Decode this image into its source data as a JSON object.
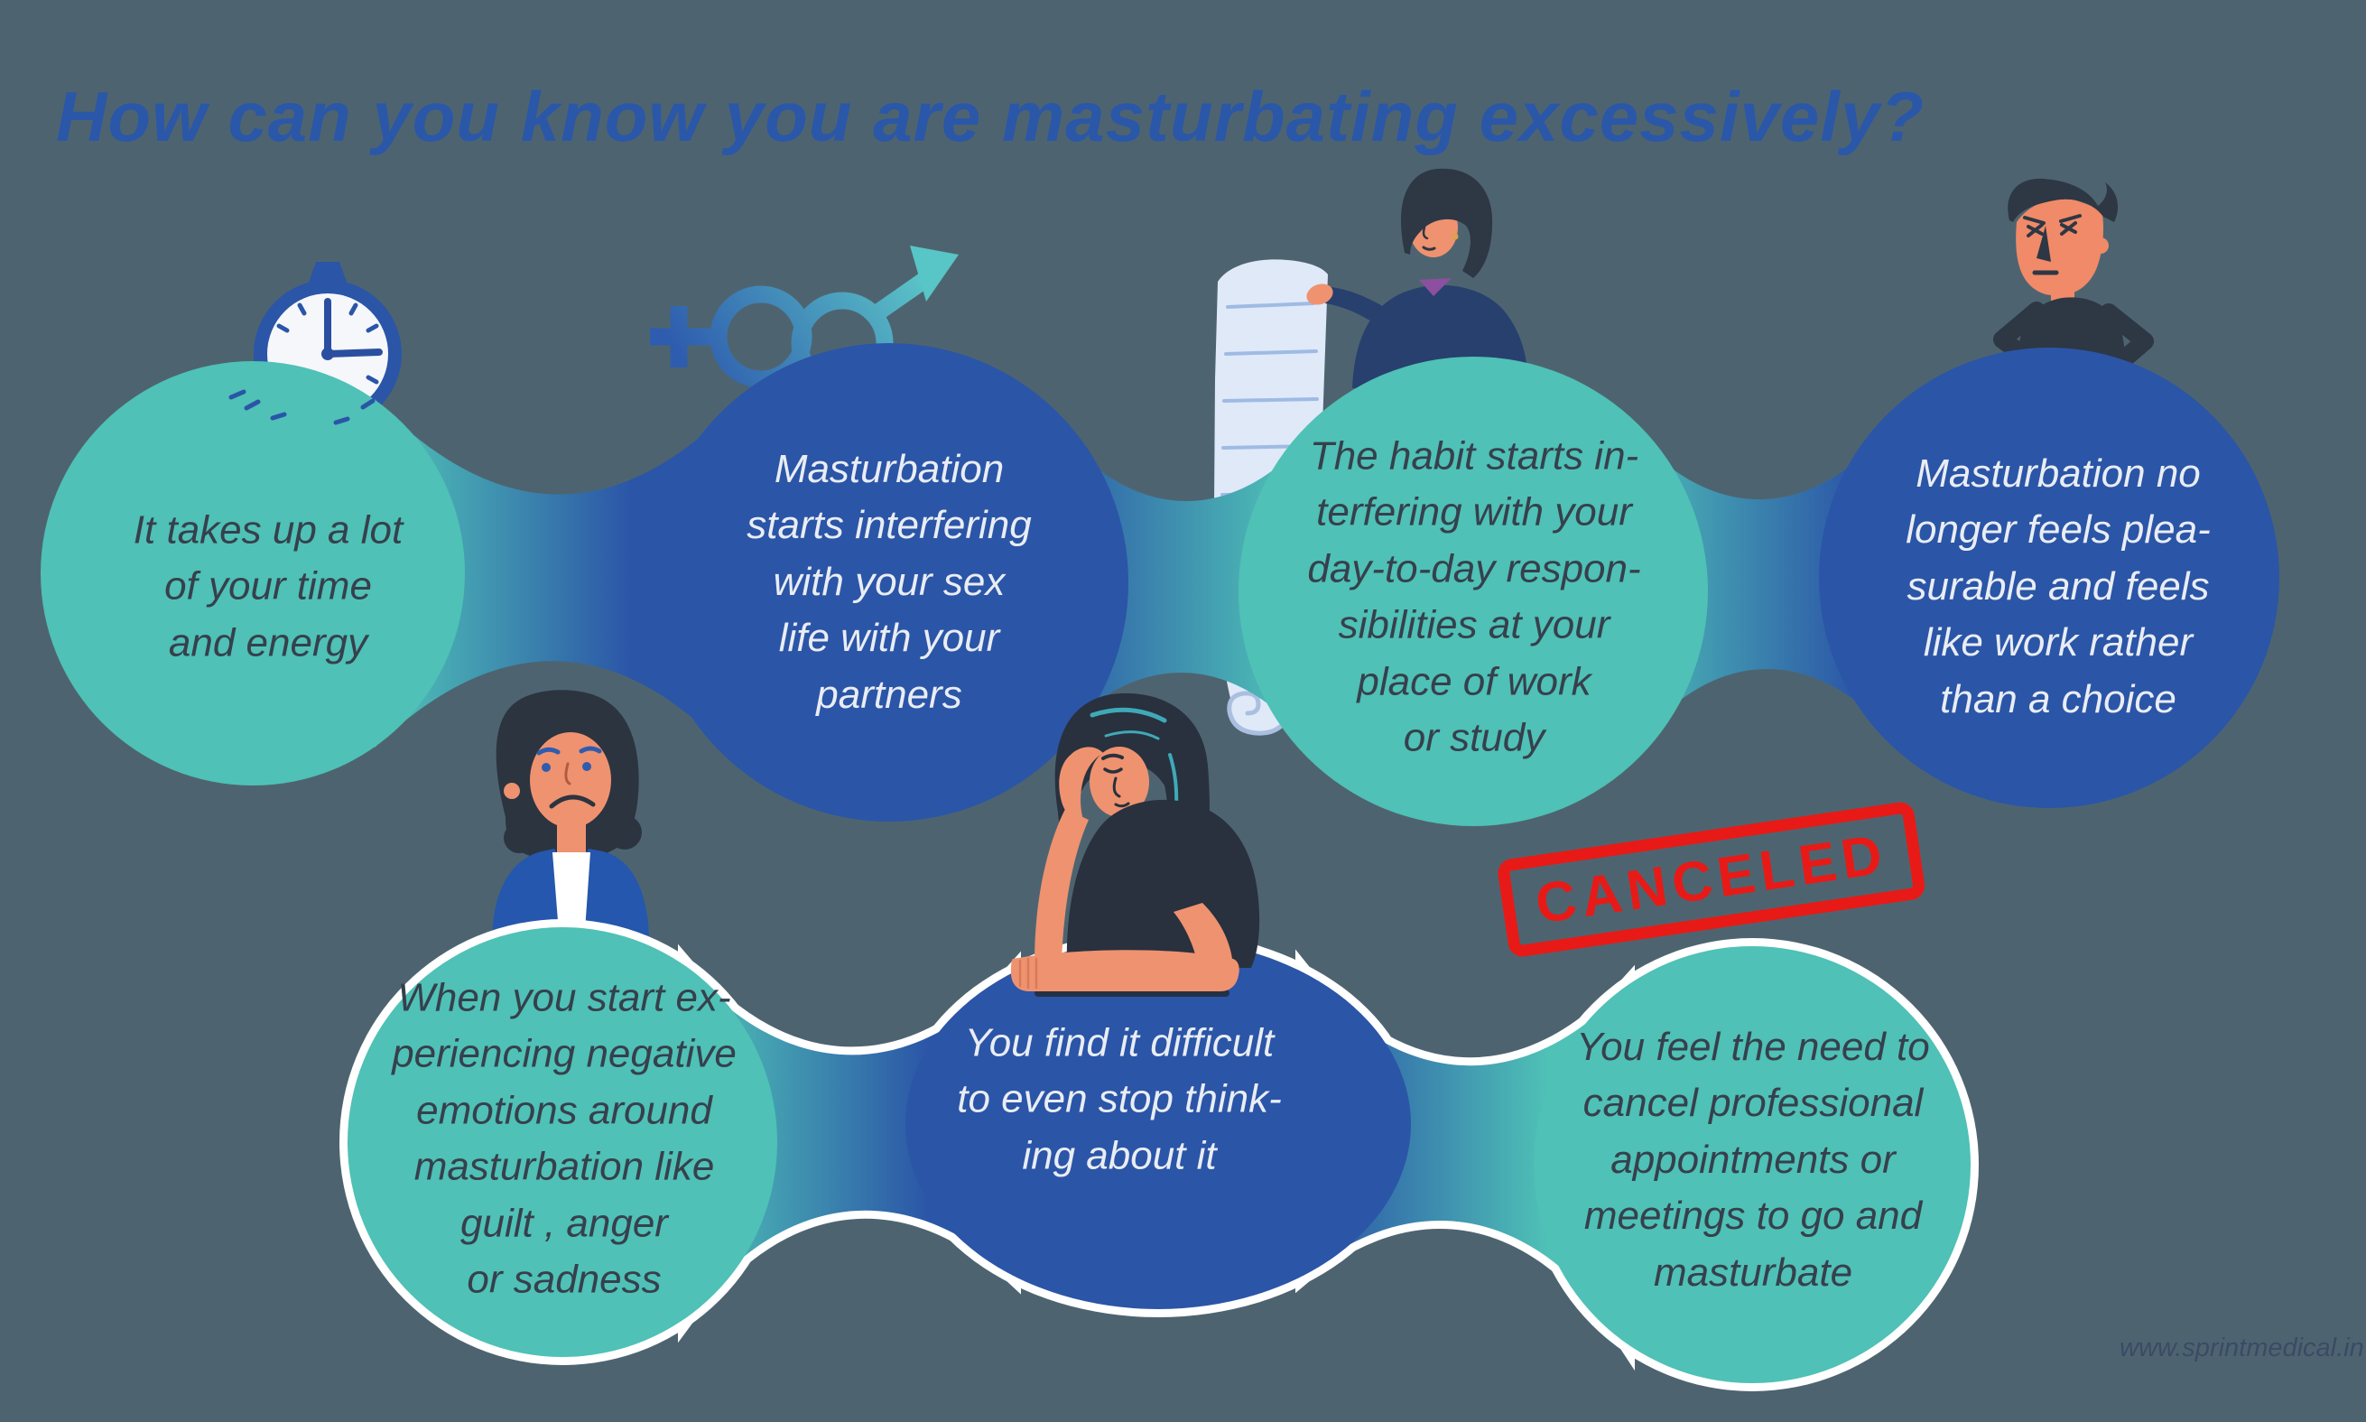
{
  "title": {
    "text": "How can you know you are masturbating excessively?"
  },
  "bubbles": [
    {
      "id": 1,
      "color_name": "teal",
      "illustration": "clock",
      "text": "It takes up a lot\nof your time\nand energy"
    },
    {
      "id": 2,
      "color_name": "blue",
      "illustration": "gender-symbols",
      "text": "Masturbation\nstarts interfering\nwith your sex\nlife with your\npartners"
    },
    {
      "id": 3,
      "color_name": "teal",
      "illustration": "woman-holding-long-list",
      "text": "The habit starts in-\nterfering with your\nday-to-day respon-\nsibilities at your\nplace of work\nor study"
    },
    {
      "id": 4,
      "color_name": "blue",
      "illustration": "angry-man",
      "text": "Masturbation no\nlonger feels plea-\nsurable and feels\nlike work rather\nthan a choice"
    },
    {
      "id": 5,
      "color_name": "teal",
      "illustration": "worried-woman",
      "text": "When you start ex-\nperiencing negative\nemotions around\nmasturbation like\nguilt , anger\nor sadness"
    },
    {
      "id": 6,
      "color_name": "blue",
      "illustration": "stressed-person",
      "text": "You find it difficult\nto even stop think-\ning about it"
    },
    {
      "id": 7,
      "color_name": "teal",
      "illustration": "canceled-stamp",
      "text": "You feel the need to\ncancel professional\nappointments or\nmeetings to go and\nmasturbate"
    }
  ],
  "stamp": {
    "text": "CANCELED",
    "color": "#e81a17"
  },
  "watermark": {
    "text": "www.sprintmedical.in"
  },
  "colors": {
    "background": "#4d6470",
    "teal": "#4fc1b6",
    "blue": "#2b55a7",
    "title_blue": "#2b57a8",
    "dark_text": "#36404d",
    "light_text": "#e9edf3",
    "outline_white": "#ffffff",
    "stamp_red": "#e81a17",
    "skin": "#ef9270",
    "dark_navy_hair": "#2e3744",
    "sweater_navy": "#27406e",
    "collar_purple": "#8d4f9f",
    "cardigan_blue": "#2457ad",
    "paper": "#dfe9f8",
    "paper_line": "#9fbbe4",
    "hair_strand_teal": "#3fa9b8",
    "clock_blue": "#2b55a7"
  }
}
